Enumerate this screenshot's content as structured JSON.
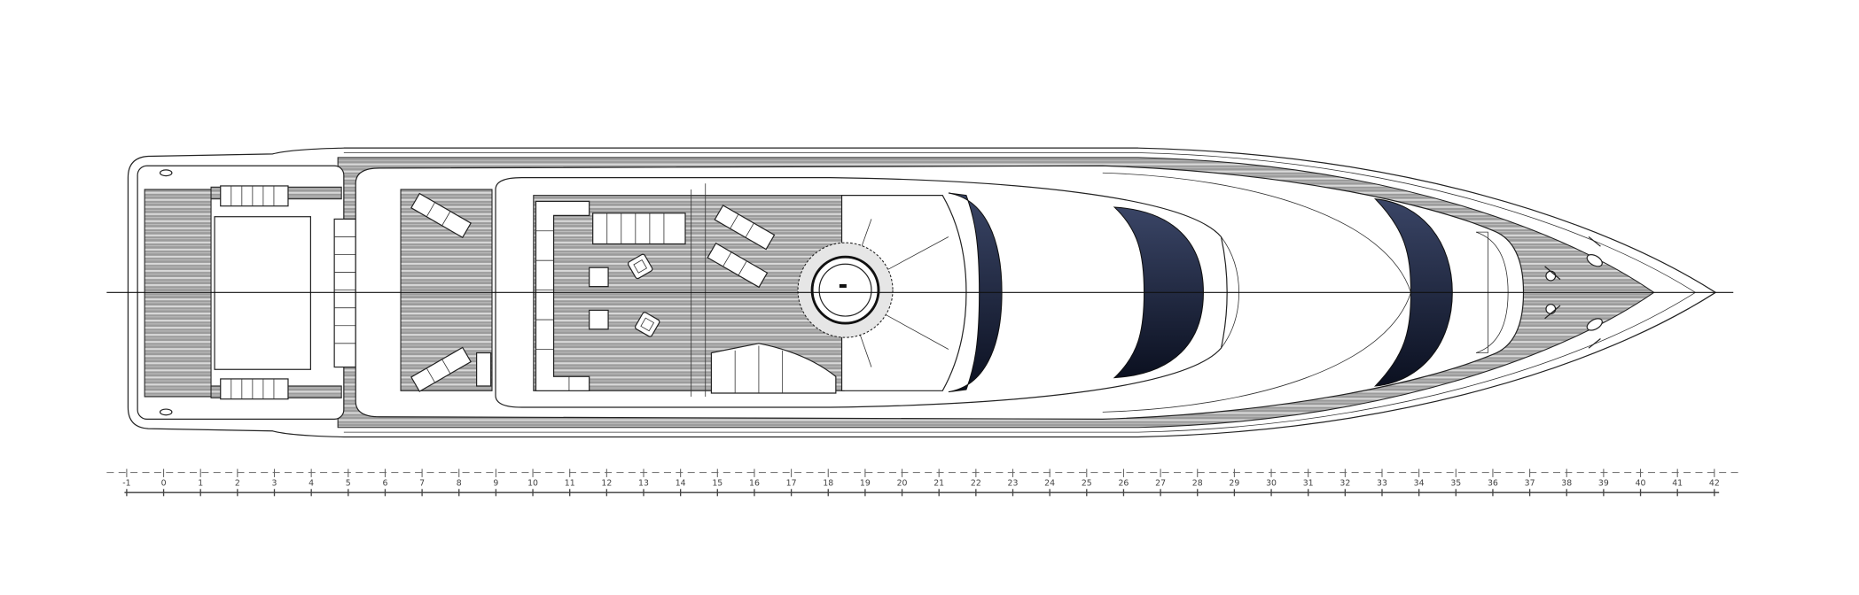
{
  "diagram": {
    "type": "yacht deck plan (top view)",
    "colors": {
      "line": "#222222",
      "teak_dark": "#8f8f8f",
      "teak_light": "#d8d8d8",
      "glass_top": "#3a4566",
      "glass_bottom": "#0b1020"
    }
  },
  "ruler": {
    "labels": [
      "-1",
      "0",
      "1",
      "2",
      "3",
      "4",
      "5",
      "6",
      "7",
      "8",
      "9",
      "10",
      "11",
      "12",
      "13",
      "14",
      "15",
      "16",
      "17",
      "18",
      "19",
      "20",
      "21",
      "22",
      "23",
      "24",
      "25",
      "26",
      "27",
      "28",
      "29",
      "30",
      "31",
      "32",
      "33",
      "34",
      "35",
      "36",
      "37",
      "38",
      "39",
      "40",
      "41",
      "42"
    ]
  }
}
